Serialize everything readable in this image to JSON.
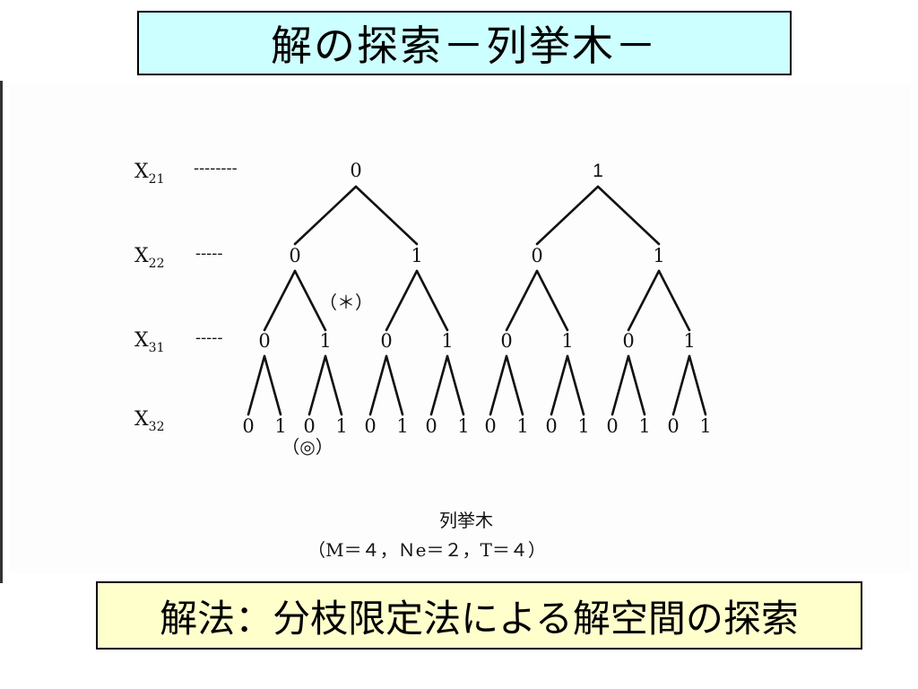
{
  "title": "解の探索－列挙木－",
  "footer": "解法：分枝限定法による解空間の探索",
  "tree": {
    "levels": [
      {
        "label": "X",
        "sub": "21",
        "leader": "--------"
      },
      {
        "label": "X",
        "sub": "22",
        "leader": "-----"
      },
      {
        "label": "X",
        "sub": "31",
        "leader": "-----"
      },
      {
        "label": "X",
        "sub": "32",
        "leader": ""
      }
    ],
    "left_root_value": "0",
    "right_root_value": "1",
    "branch_values": [
      "0",
      "1"
    ],
    "marker_star": "（＊）",
    "marker_circle": "（◎）"
  },
  "caption": {
    "line1": "列挙木",
    "line2": "（M＝４，Ｎe＝２，T＝４）"
  }
}
